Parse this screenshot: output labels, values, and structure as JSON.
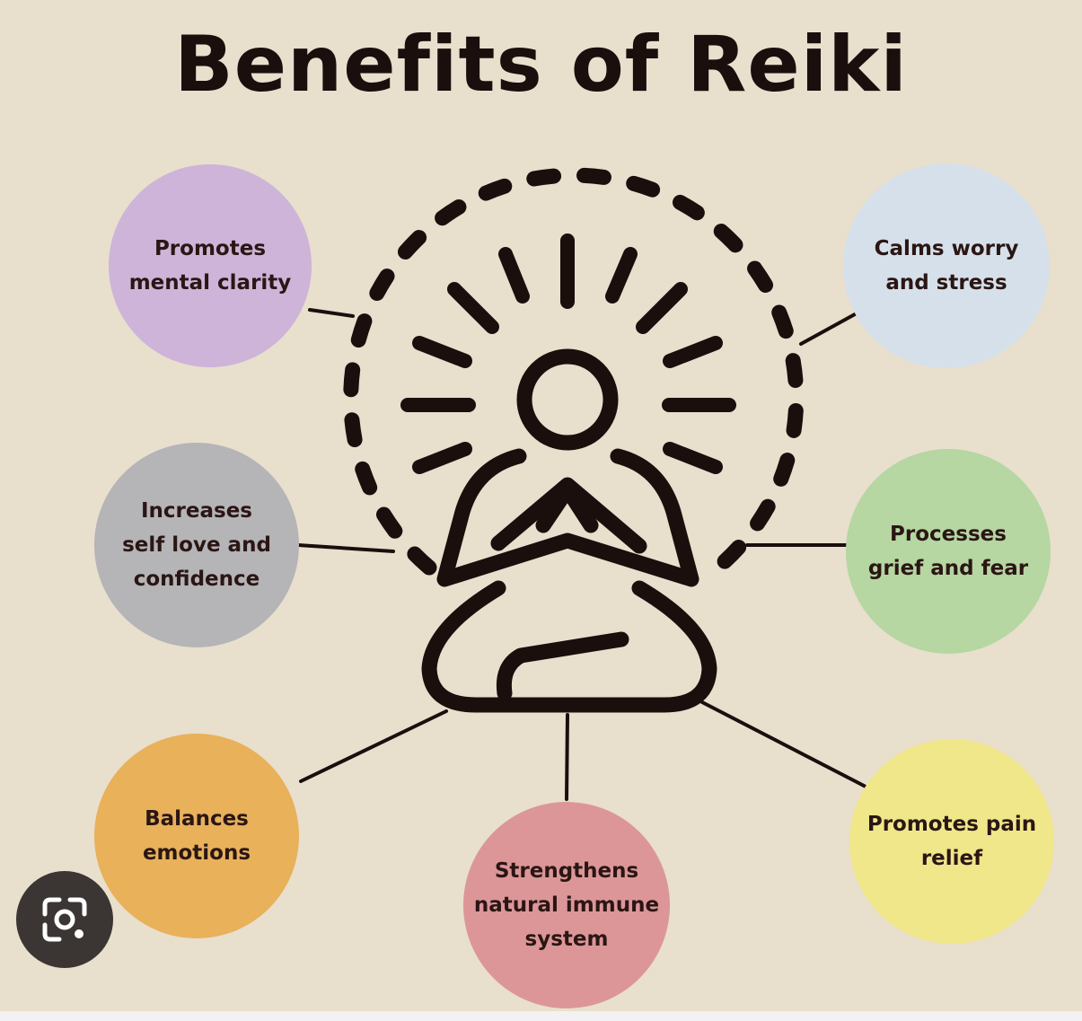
{
  "title": "Benefits of Reiki",
  "colors": {
    "background": "#e8dfcd",
    "ink": "#1a0f0d",
    "lavender": "#cdb4d8",
    "light_blue": "#d6e0ea",
    "gray": "#b5b4b7",
    "green": "#b6d6a2",
    "orange": "#e8b15a",
    "pink": "#dc9698",
    "yellow": "#f0e68a"
  },
  "center_icon": "meditating-person-icon",
  "benefits": [
    {
      "id": "mental-clarity",
      "label": "Promotes\nmental clarity",
      "color": "#cdb4d8"
    },
    {
      "id": "calms-worry",
      "label": "Calms worry\nand stress",
      "color": "#d6e0ea"
    },
    {
      "id": "self-love",
      "label": "Increases\nself love and\nconfidence",
      "color": "#b5b4b7"
    },
    {
      "id": "grief-fear",
      "label": "Processes\ngrief and fear",
      "color": "#b6d6a2"
    },
    {
      "id": "emotions",
      "label": "Balances\nemotions",
      "color": "#e8b15a"
    },
    {
      "id": "immune",
      "label": "Strengthens\nnatural immune\nsystem",
      "color": "#dc9698"
    },
    {
      "id": "pain-relief",
      "label": "Promotes pain\nrelief",
      "color": "#f0e68a"
    }
  ],
  "overlay": {
    "lens_button_icon": "camera-search-icon"
  }
}
